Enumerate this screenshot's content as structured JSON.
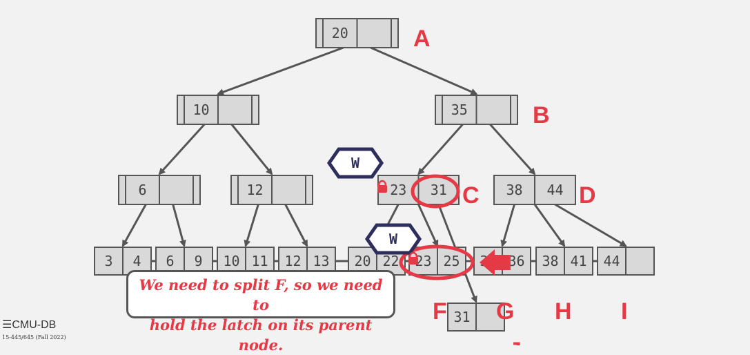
{
  "nodes": [
    {
      "id": "A",
      "label": "A",
      "keys": [
        "20",
        ""
      ]
    },
    {
      "id": "B",
      "label": "B",
      "keys": [
        "35",
        ""
      ]
    },
    {
      "id": "n10",
      "label": "",
      "keys": [
        "10",
        ""
      ]
    },
    {
      "id": "n6",
      "label": "",
      "keys": [
        "6",
        ""
      ]
    },
    {
      "id": "n12",
      "label": "",
      "keys": [
        "12",
        ""
      ]
    },
    {
      "id": "C",
      "label": "C",
      "keys": [
        "23",
        "31"
      ]
    },
    {
      "id": "D",
      "label": "D",
      "keys": [
        "38",
        "44"
      ]
    },
    {
      "id": "L1",
      "label": "",
      "keys": [
        "3",
        "4"
      ]
    },
    {
      "id": "L2",
      "label": "",
      "keys": [
        "6",
        "9"
      ]
    },
    {
      "id": "L3",
      "label": "",
      "keys": [
        "10",
        "11"
      ]
    },
    {
      "id": "L4",
      "label": "",
      "keys": [
        "12",
        "13"
      ]
    },
    {
      "id": "E",
      "label": "",
      "keys": [
        "20",
        "22"
      ]
    },
    {
      "id": "F",
      "label": "F",
      "keys": [
        "23",
        "25"
      ]
    },
    {
      "id": "G",
      "label": "G",
      "keys": [
        "35",
        "36"
      ]
    },
    {
      "id": "H",
      "label": "H",
      "keys": [
        "38",
        "41"
      ]
    },
    {
      "id": "I",
      "label": "I",
      "keys": [
        "44",
        ""
      ]
    },
    {
      "id": "J",
      "label": "J",
      "keys": [
        "31",
        ""
      ]
    }
  ],
  "edges": [
    [
      "A",
      "n10"
    ],
    [
      "A",
      "B"
    ],
    [
      "n10",
      "n6"
    ],
    [
      "n10",
      "n12"
    ],
    [
      "B",
      "C"
    ],
    [
      "B",
      "D"
    ],
    [
      "n6",
      "L1"
    ],
    [
      "n6",
      "L2"
    ],
    [
      "n12",
      "L3"
    ],
    [
      "n12",
      "L4"
    ],
    [
      "C",
      "E"
    ],
    [
      "C",
      "F"
    ],
    [
      "C",
      "J"
    ],
    [
      "D",
      "G"
    ],
    [
      "D",
      "H"
    ],
    [
      "D",
      "I"
    ]
  ],
  "latches": [
    {
      "node": "C",
      "mode": "W"
    },
    {
      "node": "F",
      "mode": "W"
    }
  ],
  "callout": {
    "line1": "We need to split F, so we need to",
    "line2": "hold the latch on its parent node."
  },
  "footer": {
    "logo": "CMU-DB",
    "course": "15-445/645 (Fall 2022)"
  },
  "colors": {
    "accent": "#e63946",
    "latch": "#2e2e5c",
    "node_fill": "#d9d9d9",
    "node_stroke": "#555555"
  }
}
